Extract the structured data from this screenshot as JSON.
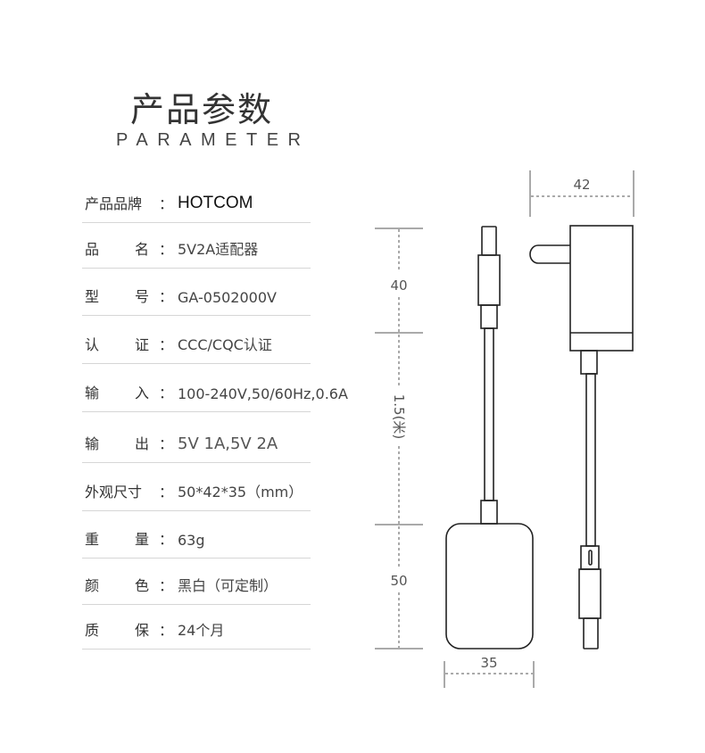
{
  "header": {
    "title": "产品参数",
    "subtitle": "PARAMETER"
  },
  "specs": [
    {
      "label": "产品品牌",
      "value": "HOTCOM"
    },
    {
      "label": "品 名",
      "value": "5V2A适配器"
    },
    {
      "label": "型 号",
      "value": "GA-0502000V"
    },
    {
      "label": "认 证",
      "value": "CCC/CQC认证"
    },
    {
      "label": "输 入",
      "value": "100-240V,50/60Hz,0.6A"
    },
    {
      "label": "输 出",
      "value": "5V 1A,5V 2A"
    },
    {
      "label": "外观尺寸",
      "value": "50*42*35（mm）"
    },
    {
      "label": "重 量",
      "value": "63g"
    },
    {
      "label": "颜 色",
      "value": "黑白（可定制）"
    },
    {
      "label": "质 保",
      "value": "24个月"
    }
  ],
  "colon": "：",
  "diagram": {
    "width_label": "42",
    "plug_len_label": "40",
    "cable_label": "1.5(米)",
    "body_len_label": "50",
    "depth_label": "35"
  }
}
